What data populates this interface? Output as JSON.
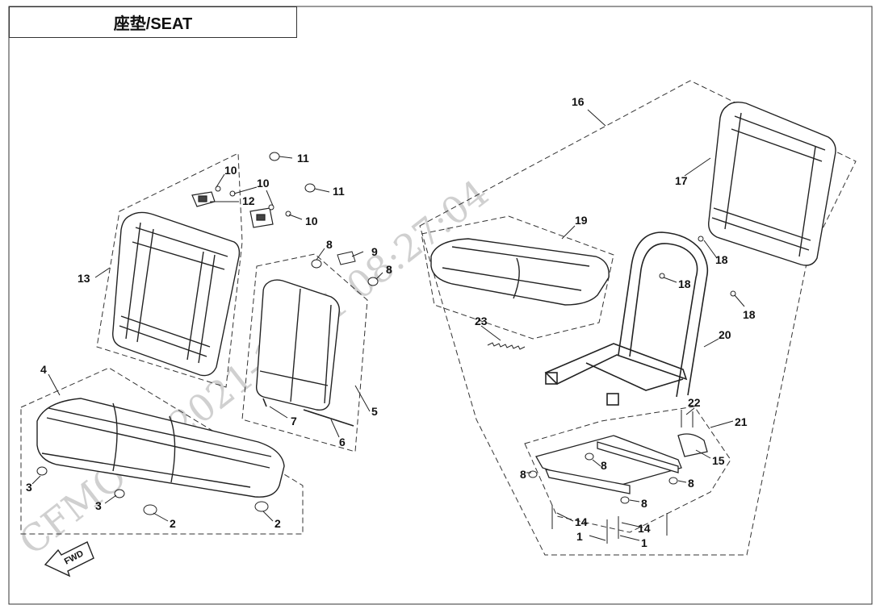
{
  "title": "座垫/SEAT",
  "watermark": "CFMOTO 2021-10-21 08:27:04",
  "fwd_label": "FWD",
  "callouts": {
    "c1": "1",
    "c2": "2",
    "c3": "3",
    "c4": "4",
    "c5": "5",
    "c6": "6",
    "c7": "7",
    "c8": "8",
    "c9": "9",
    "c10": "10",
    "c11": "11",
    "c12": "12",
    "c13": "13",
    "c14": "14",
    "c15": "15",
    "c16": "16",
    "c17": "17",
    "c18": "18",
    "c19": "19",
    "c20": "20",
    "c21": "21",
    "c22": "22",
    "c23": "23"
  },
  "colors": {
    "line": "#222222",
    "watermark": "#d0d0d0",
    "background": "#ffffff"
  }
}
